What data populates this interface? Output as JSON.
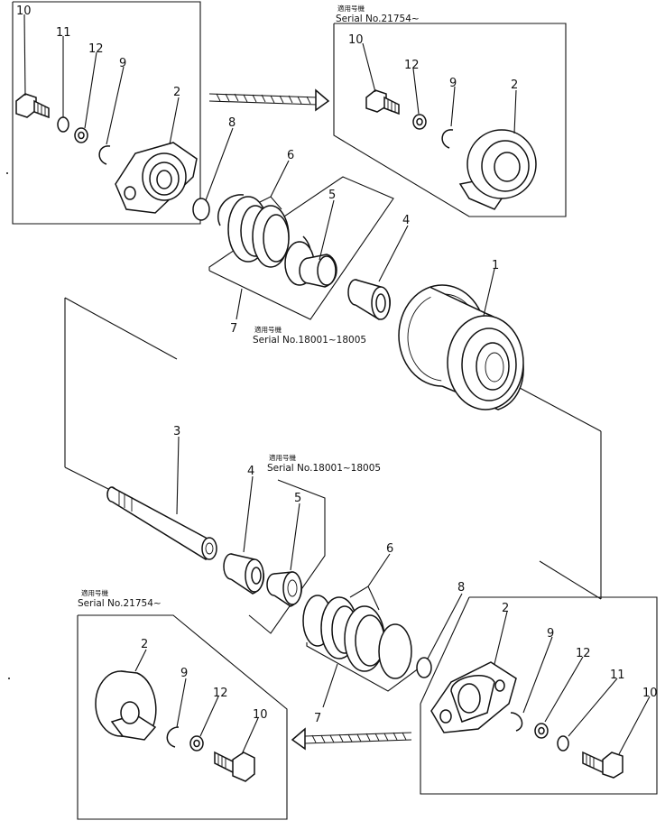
{
  "diagram": {
    "callouts": {
      "tl_10": "10",
      "tl_11": "11",
      "tl_12": "12",
      "tl_9": "9",
      "tl_2": "2",
      "tr_10": "10",
      "tr_12": "12",
      "tr_9": "9",
      "tr_2": "2",
      "m_8": "8",
      "m_6": "6",
      "m_5": "5",
      "m_4": "4",
      "m_7": "7",
      "m_1": "1",
      "l_3": "3",
      "l_4": "4",
      "l_5": "5",
      "l_6": "6",
      "l_7": "7",
      "l_8": "8",
      "br_2": "2",
      "br_9": "9",
      "br_12": "12",
      "br_11": "11",
      "br_10": "10",
      "bl_2": "2",
      "bl_9": "9",
      "bl_12": "12",
      "bl_10": "10"
    },
    "notes": {
      "top_right_jp": "適用号機",
      "top_right_serial": "Serial No.21754~",
      "mid_jp": "適用号機",
      "mid_serial": "Serial No.18001~18005",
      "lower_jp": "適用号機",
      "lower_serial": "Serial No.18001~18005",
      "bottom_left_jp": "適用号機",
      "bottom_left_serial": "Serial No.21754~"
    }
  }
}
